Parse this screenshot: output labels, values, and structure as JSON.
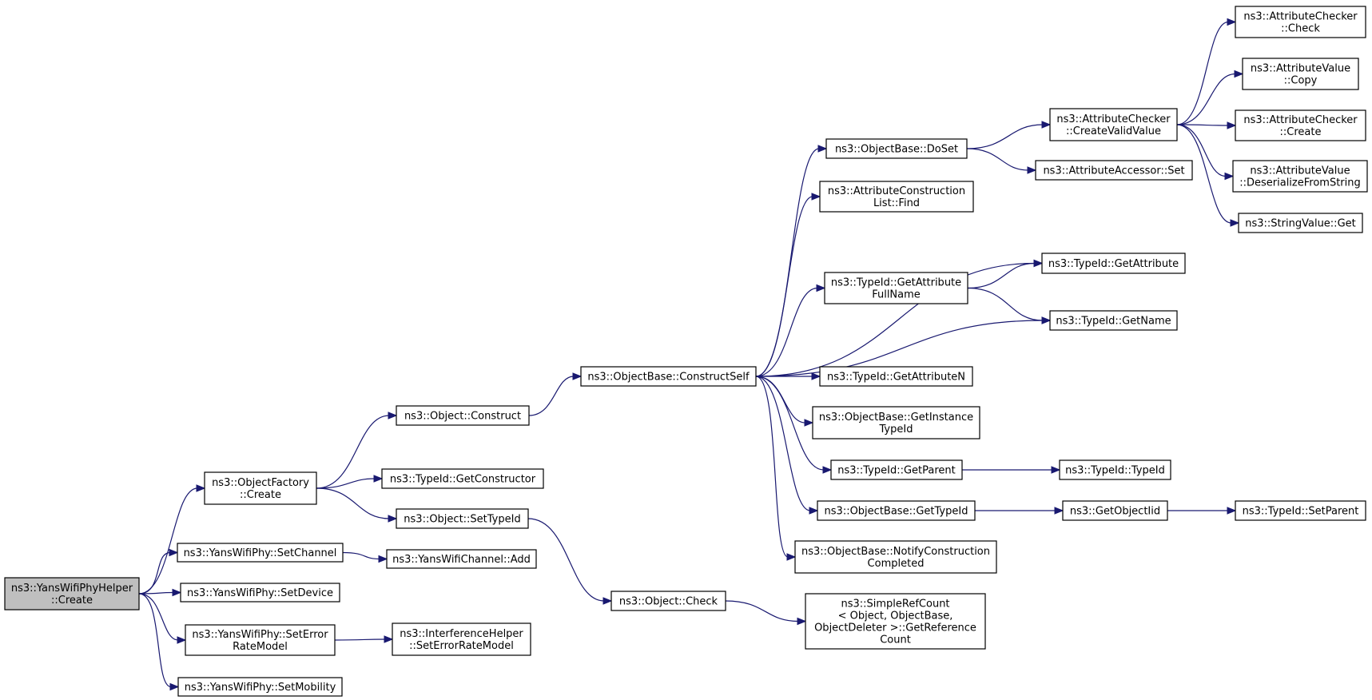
{
  "graph": {
    "root": "n0",
    "colors": {
      "edge": "#191970",
      "root_fill": "#bfbfbf",
      "node_fill": "#ffffff",
      "node_border": "#000000"
    },
    "nodes": [
      {
        "id": "n0",
        "name": "node-yanswifiphyhelper-create",
        "lines": [
          "ns3::YansWifiPhyHelper",
          "::Create"
        ]
      },
      {
        "id": "n1",
        "name": "node-objectfactory-create",
        "lines": [
          "ns3::ObjectFactory",
          "::Create"
        ]
      },
      {
        "id": "n2",
        "name": "node-yanswifiphy-setchannel",
        "lines": [
          "ns3::YansWifiPhy::SetChannel"
        ]
      },
      {
        "id": "n3",
        "name": "node-yanswifiphy-setdevice",
        "lines": [
          "ns3::YansWifiPhy::SetDevice"
        ]
      },
      {
        "id": "n4",
        "name": "node-yanswifiphy-seterrorratemodel",
        "lines": [
          "ns3::YansWifiPhy::SetError",
          "RateModel"
        ]
      },
      {
        "id": "n5",
        "name": "node-yanswifiphy-setmobility",
        "lines": [
          "ns3::YansWifiPhy::SetMobility"
        ]
      },
      {
        "id": "n6",
        "name": "node-object-construct",
        "lines": [
          "ns3::Object::Construct"
        ]
      },
      {
        "id": "n7",
        "name": "node-typeid-getconstructor",
        "lines": [
          "ns3::TypeId::GetConstructor"
        ]
      },
      {
        "id": "n8",
        "name": "node-object-settypeid",
        "lines": [
          "ns3::Object::SetTypeId"
        ]
      },
      {
        "id": "n9",
        "name": "node-yanswifichannel-add",
        "lines": [
          "ns3::YansWifiChannel::Add"
        ]
      },
      {
        "id": "n10",
        "name": "node-interferencehelper-seterrorratemodel",
        "lines": [
          "ns3::InterferenceHelper",
          "::SetErrorRateModel"
        ]
      },
      {
        "id": "n11",
        "name": "node-objectbase-constructself",
        "lines": [
          "ns3::ObjectBase::ConstructSelf"
        ]
      },
      {
        "id": "n12",
        "name": "node-object-check",
        "lines": [
          "ns3::Object::Check"
        ]
      },
      {
        "id": "n13",
        "name": "node-objectbase-doset",
        "lines": [
          "ns3::ObjectBase::DoSet"
        ]
      },
      {
        "id": "n14",
        "name": "node-attributeconstructionlist-find",
        "lines": [
          "ns3::AttributeConstruction",
          "List::Find"
        ]
      },
      {
        "id": "n15",
        "name": "node-typeid-getattributefullname",
        "lines": [
          "ns3::TypeId::GetAttribute",
          "FullName"
        ]
      },
      {
        "id": "n16",
        "name": "node-typeid-getattributen",
        "lines": [
          "ns3::TypeId::GetAttributeN"
        ]
      },
      {
        "id": "n17",
        "name": "node-objectbase-getinstancetypeid",
        "lines": [
          "ns3::ObjectBase::GetInstance",
          "TypeId"
        ]
      },
      {
        "id": "n18",
        "name": "node-typeid-getparent",
        "lines": [
          "ns3::TypeId::GetParent"
        ]
      },
      {
        "id": "n19",
        "name": "node-objectbase-gettypeid",
        "lines": [
          "ns3::ObjectBase::GetTypeId"
        ]
      },
      {
        "id": "n20",
        "name": "node-objectbase-notifyconstructioncompleted",
        "lines": [
          "ns3::ObjectBase::NotifyConstruction",
          "Completed"
        ]
      },
      {
        "id": "n21",
        "name": "node-simplerefcount-getreferencecount",
        "lines": [
          "ns3::SimpleRefCount",
          "< Object, ObjectBase,",
          "ObjectDeleter >::GetReference",
          "Count"
        ]
      },
      {
        "id": "n22",
        "name": "node-attributechecker-createvalidvalue",
        "lines": [
          "ns3::AttributeChecker",
          "::CreateValidValue"
        ]
      },
      {
        "id": "n23",
        "name": "node-attributeaccessor-set",
        "lines": [
          "ns3::AttributeAccessor::Set"
        ]
      },
      {
        "id": "n24",
        "name": "node-typeid-getattribute",
        "lines": [
          "ns3::TypeId::GetAttribute"
        ]
      },
      {
        "id": "n25",
        "name": "node-typeid-getname",
        "lines": [
          "ns3::TypeId::GetName"
        ]
      },
      {
        "id": "n26",
        "name": "node-typeid-typeid",
        "lines": [
          "ns3::TypeId::TypeId"
        ]
      },
      {
        "id": "n27",
        "name": "node-getobjectiid",
        "lines": [
          "ns3::GetObjectIid"
        ]
      },
      {
        "id": "n28",
        "name": "node-typeid-setparent",
        "lines": [
          "ns3::TypeId::SetParent"
        ]
      },
      {
        "id": "n29",
        "name": "node-attributechecker-check",
        "lines": [
          "ns3::AttributeChecker",
          "::Check"
        ]
      },
      {
        "id": "n30",
        "name": "node-attributevalue-copy",
        "lines": [
          "ns3::AttributeValue",
          "::Copy"
        ]
      },
      {
        "id": "n31",
        "name": "node-attributechecker-create",
        "lines": [
          "ns3::AttributeChecker",
          "::Create"
        ]
      },
      {
        "id": "n32",
        "name": "node-attributevalue-deserializefromstring",
        "lines": [
          "ns3::AttributeValue",
          "::DeserializeFromString"
        ]
      },
      {
        "id": "n33",
        "name": "node-stringvalue-get",
        "lines": [
          "ns3::StringValue::Get"
        ]
      }
    ],
    "edges": [
      [
        "n0",
        "n1"
      ],
      [
        "n0",
        "n2"
      ],
      [
        "n0",
        "n3"
      ],
      [
        "n0",
        "n4"
      ],
      [
        "n0",
        "n5"
      ],
      [
        "n1",
        "n6"
      ],
      [
        "n1",
        "n7"
      ],
      [
        "n1",
        "n8"
      ],
      [
        "n2",
        "n9"
      ],
      [
        "n4",
        "n10"
      ],
      [
        "n6",
        "n11"
      ],
      [
        "n8",
        "n12"
      ],
      [
        "n11",
        "n13"
      ],
      [
        "n11",
        "n14"
      ],
      [
        "n11",
        "n24"
      ],
      [
        "n11",
        "n15"
      ],
      [
        "n11",
        "n25"
      ],
      [
        "n11",
        "n16"
      ],
      [
        "n11",
        "n17"
      ],
      [
        "n11",
        "n18"
      ],
      [
        "n11",
        "n19"
      ],
      [
        "n11",
        "n20"
      ],
      [
        "n12",
        "n21"
      ],
      [
        "n13",
        "n22"
      ],
      [
        "n13",
        "n23"
      ],
      [
        "n15",
        "n24"
      ],
      [
        "n15",
        "n25"
      ],
      [
        "n18",
        "n26"
      ],
      [
        "n19",
        "n27"
      ],
      [
        "n27",
        "n28"
      ],
      [
        "n22",
        "n29"
      ],
      [
        "n22",
        "n30"
      ],
      [
        "n22",
        "n31"
      ],
      [
        "n22",
        "n32"
      ],
      [
        "n22",
        "n33"
      ]
    ]
  }
}
